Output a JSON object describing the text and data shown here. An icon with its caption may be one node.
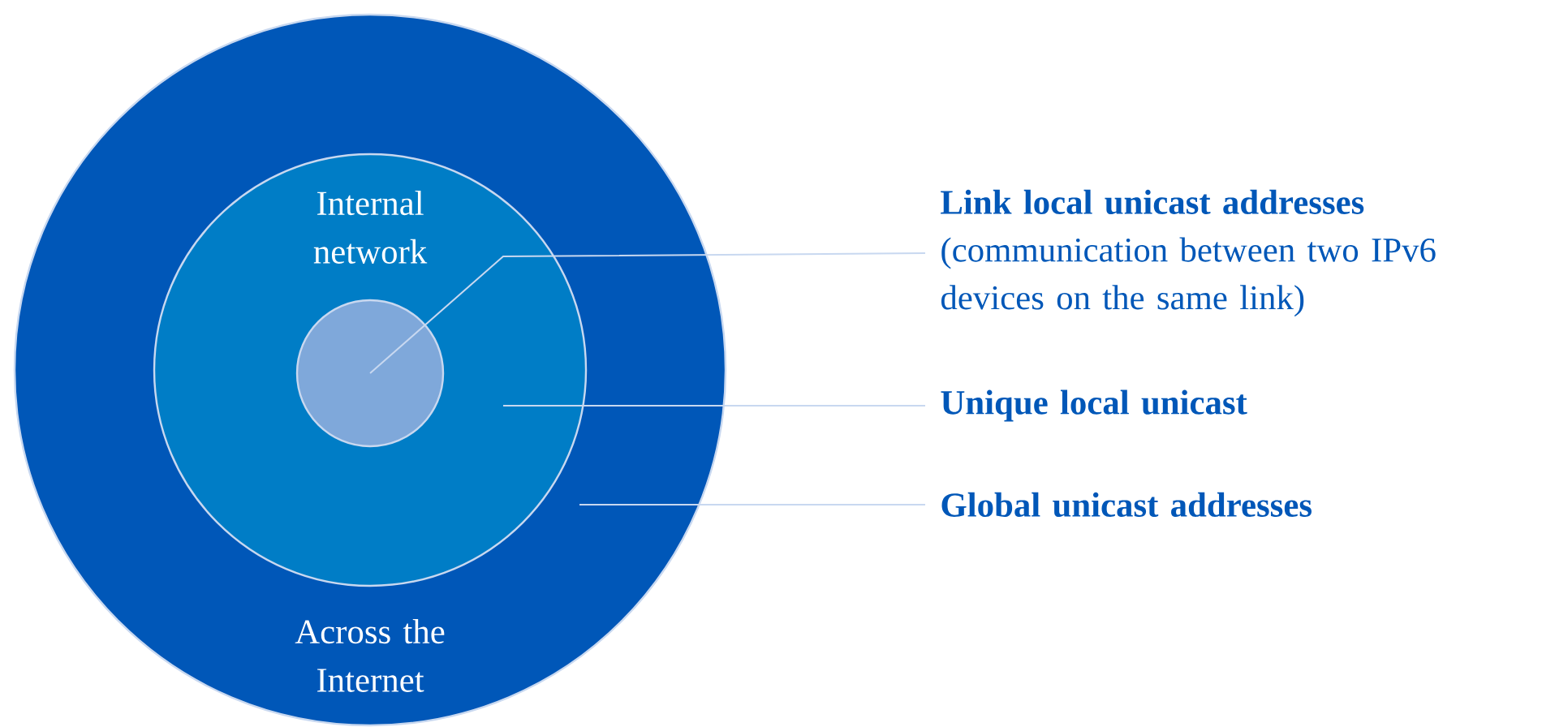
{
  "diagram": {
    "nodes": [
      {
        "text": [
          "Across the Internet"
        ]
      },
      {
        "text": [
          "Internal network"
        ],
        "in": 0
      },
      {
        "text": [],
        "shape": "circle",
        "in": 1
      },
      {
        "text": [
          "Link local unicast addresses",
          "(communication  between two IPv6 devices on the same link)"
        ]
      },
      {
        "text": [
          "Unique local unicast"
        ]
      },
      {
        "text": [
          "Global unicast addresses"
        ]
      }
    ],
    "edges": [
      {
        "from": 3,
        "to": 2,
        "arrow": "none"
      },
      {
        "from": 4,
        "to": 1,
        "arrow": "none"
      },
      {
        "from": 5,
        "to": 0,
        "arrow": "none"
      }
    ]
  }
}
